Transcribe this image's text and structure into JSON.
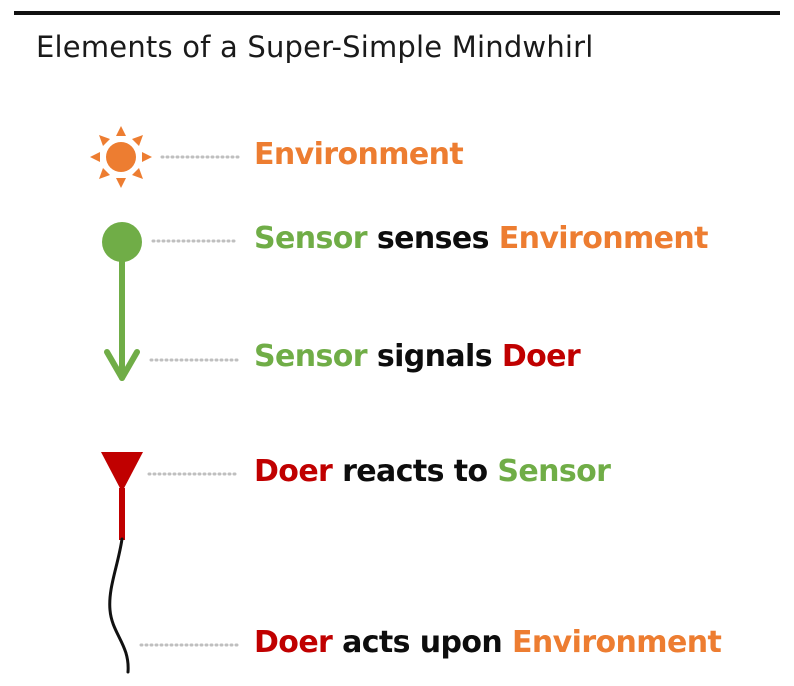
{
  "title": "Elements of a Super-Simple Mindwhirl",
  "colors": {
    "environment": "#ed7d31",
    "sensor": "#70ad47",
    "doer": "#c00000",
    "text": "#0d0d0d",
    "leader": "#bfbfbf"
  },
  "icons": {
    "environment": "sun-icon",
    "sensor": "circle-node-icon",
    "signal": "down-arrow-icon",
    "doer": "triangle-funnel-icon",
    "action": "squiggle-tail-icon"
  },
  "rows": [
    {
      "parts": [
        "Environment"
      ]
    },
    {
      "parts": [
        "Sensor",
        " senses ",
        "Environment"
      ]
    },
    {
      "parts": [
        "Sensor",
        " signals ",
        "Doer"
      ]
    },
    {
      "parts": [
        "Doer",
        " reacts to ",
        "Sensor"
      ]
    },
    {
      "parts": [
        "Doer",
        " acts upon ",
        "Environment"
      ]
    }
  ]
}
